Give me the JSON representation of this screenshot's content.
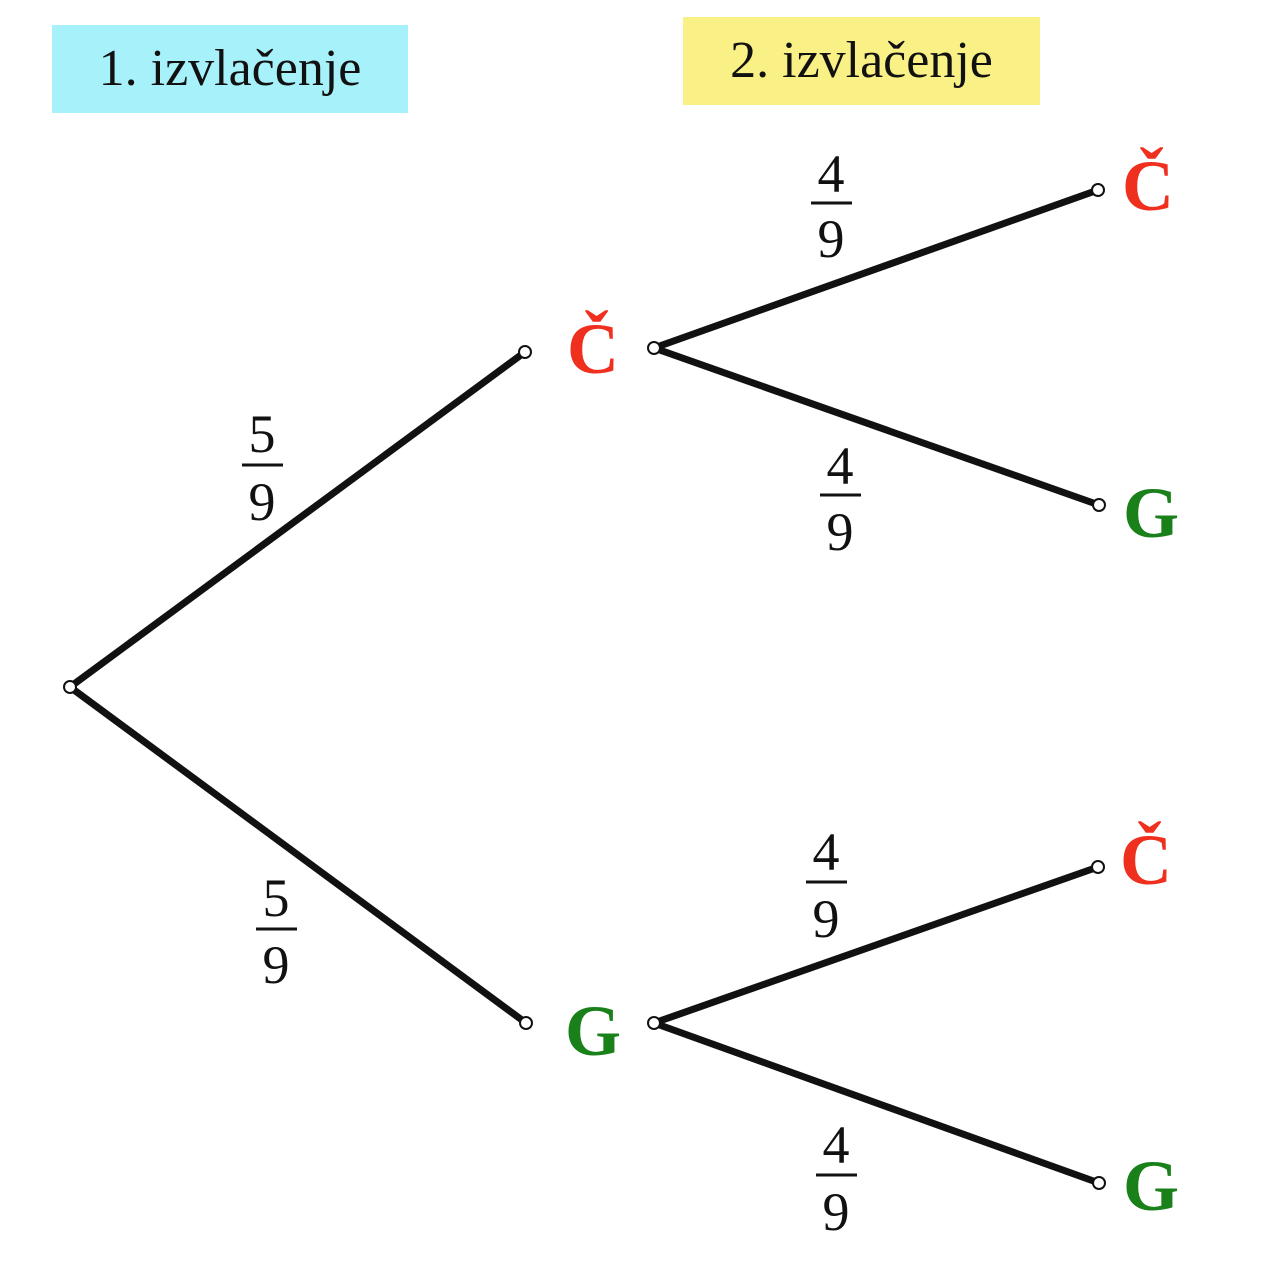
{
  "colors": {
    "stage1_bg": "#a6f1fa",
    "stage2_bg": "#f9f185",
    "red_outcome": "#f0301e",
    "green_outcome": "#19801a",
    "edge": "#111111"
  },
  "stages": {
    "first": "1. izvlačenje",
    "second": "2. izvlačenje"
  },
  "outcomes": {
    "C": "Č",
    "G": "G"
  },
  "probabilities": {
    "first_C": {
      "num": "5",
      "den": "9"
    },
    "first_G": {
      "num": "5",
      "den": "9"
    },
    "C_then_C": {
      "num": "4",
      "den": "9"
    },
    "C_then_G": {
      "num": "4",
      "den": "9"
    },
    "G_then_C": {
      "num": "4",
      "den": "9"
    },
    "G_then_G": {
      "num": "4",
      "den": "9"
    }
  }
}
